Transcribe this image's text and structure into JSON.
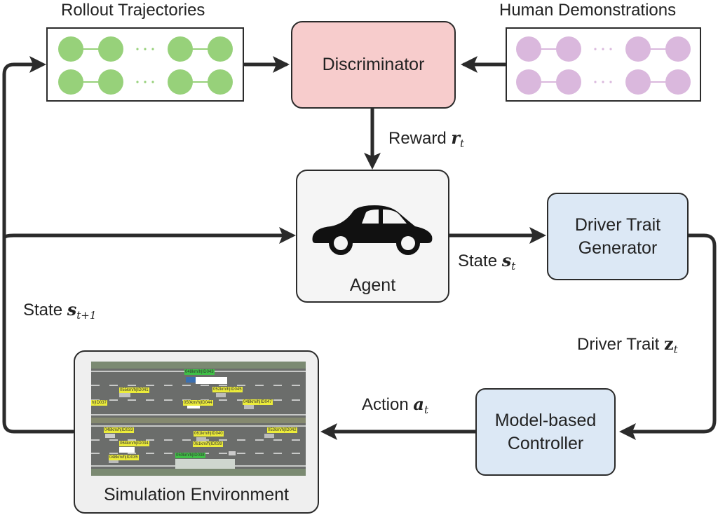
{
  "labels": {
    "rollout_title": "Rollout Trajectories",
    "human_title": "Human Demonstrations",
    "discriminator": "Discriminator",
    "reward_text": "Reward ",
    "reward_var": "r",
    "reward_sub": "t",
    "agent": "Agent",
    "state_text": "State ",
    "state_var": "s",
    "state_sub": "t",
    "driver_trait_generator": "Driver Trait Generator",
    "driver_trait_text": "Driver Trait ",
    "driver_trait_var": "z",
    "driver_trait_sub": "t",
    "state_next_text": "State ",
    "state_next_var": "s",
    "state_next_sub": "t+1",
    "controller": "Model-based Controller",
    "action_text": "Action ",
    "action_var": "a",
    "action_sub": "t",
    "simulation": "Simulation Environment"
  },
  "simulation_tags": [
    "048km/h|ID043",
    "055km/h|ID041",
    "052km/h|ID045",
    "h|ID037",
    "050km/h|ID044",
    "048km/h|ID047",
    "053km/h|ID042",
    "048km/h|ID033",
    "061km/h|ID040",
    "064km/h|ID034",
    "061km/h|ID039",
    "048km/h|ID035",
    "050km/h|ID038"
  ],
  "colors": {
    "rollout_node": "#97d17a",
    "human_node": "#dab8dd",
    "discriminator_fill": "#f7cccc",
    "agent_fill": "#f5f5f5",
    "blue_fill": "#dce8f5",
    "arrow": "#2b2b2b"
  },
  "icons": [
    "car-icon"
  ]
}
